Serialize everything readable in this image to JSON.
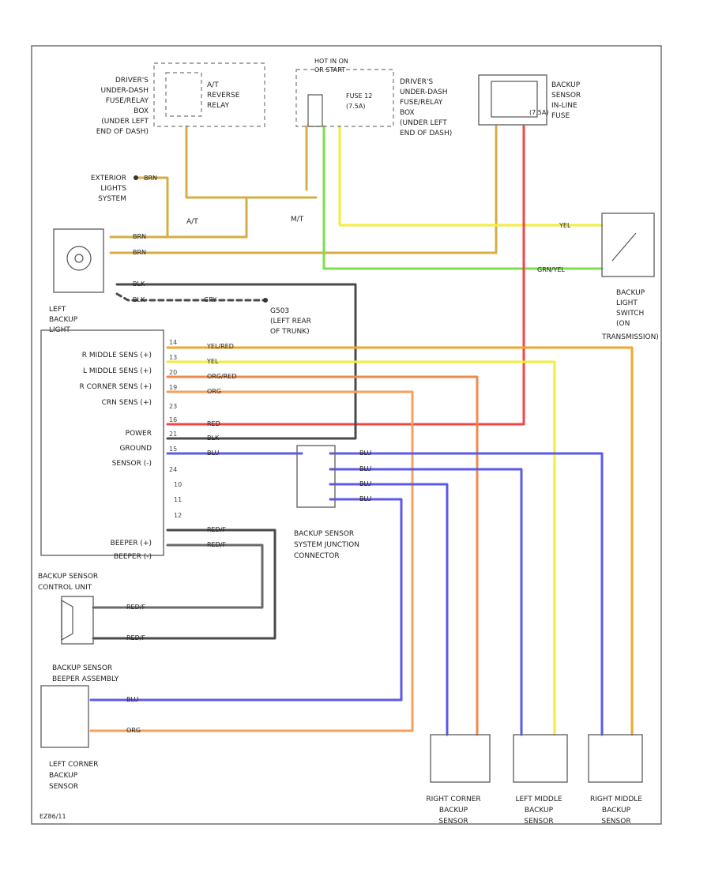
{
  "colors": {
    "yel_red": "#f2a72c",
    "yel": "#f2ee3a",
    "org_red": "#f08a4b",
    "org": "#f6a05a",
    "red": "#f24646",
    "blu": "#5d58ea",
    "brn": "#d5ae46",
    "grn_yel": "#7be04a",
    "blk": "#4a4a4a",
    "gry": "#6a6a6a"
  },
  "components": {
    "drivers_box_a": [
      "DRIVER'S",
      "UNDER-DASH",
      "FUSE/RELAY",
      "BOX",
      "(UNDER LEFT",
      "END OF DASH)"
    ],
    "at_reverse_relay": [
      "A/T",
      "REVERSE",
      "RELAY"
    ],
    "hot_in_on": [
      "HOT IN ON",
      "OR START"
    ],
    "fuse_label": "FUSE 12",
    "fuse_amp": "(7.5A)",
    "drivers_box_b": [
      "DRIVER'S",
      "UNDER-DASH",
      "FUSE/RELAY",
      "BOX",
      "(UNDER LEFT",
      "END OF DASH)"
    ],
    "inline_fuse": [
      "BACKUP",
      "SENSOR",
      "IN-LINE",
      "FUSE"
    ],
    "inline_amp": "(7.5A)",
    "exterior_lights": [
      "EXTERIOR",
      "LIGHTS",
      "SYSTEM"
    ],
    "at_label": "A/T",
    "mt_label": "M/T",
    "backup_switch": [
      "BACKUP",
      "LIGHT",
      "SWITCH",
      "(ON",
      "TRANSMISSION)"
    ],
    "left_backup_light": [
      "LEFT",
      "BACKUP",
      "LIGHT"
    ],
    "ground": [
      "G503",
      "(LEFT REAR",
      "OF TRUNK)"
    ],
    "control_unit": [
      "BACKUP SENSOR",
      "CONTROL UNIT"
    ],
    "cu_pins": [
      "R MIDDLE SENS (+)",
      "L MIDDLE SENS (+)",
      "R CORNER SENS (+)",
      "CRN SENS (+)",
      "POWER",
      "GROUND",
      "SENSOR (-)"
    ],
    "beeper_pins": [
      "BEEPER (+)",
      "BEEPER (-)"
    ],
    "pin_numbers": [
      "14",
      "13",
      "20",
      "19",
      "23",
      "16",
      "21",
      "15",
      "24",
      "10",
      "11",
      "12"
    ],
    "junction": [
      "BACKUP SENSOR",
      "SYSTEM JUNCTION",
      "CONNECTOR"
    ],
    "beeper_assembly": [
      "BACKUP SENSOR",
      "BEEPER ASSEMBLY"
    ],
    "left_corner": [
      "LEFT CORNER",
      "BACKUP",
      "SENSOR"
    ],
    "right_corner": [
      "RIGHT CORNER",
      "BACKUP",
      "SENSOR"
    ],
    "left_middle": [
      "LEFT MIDDLE",
      "BACKUP",
      "SENSOR"
    ],
    "right_middle": [
      "RIGHT MIDDLE",
      "BACKUP",
      "SENSOR"
    ],
    "footer_code": "EZ86/11"
  },
  "wires": {
    "yel_red": "YEL/RED",
    "yel": "YEL",
    "org_red": "ORG/RED",
    "org": "ORG",
    "red": "RED",
    "blk": "BLK",
    "blu": "BLU",
    "brn": "BRN",
    "grn_yel": "GRN/YEL",
    "gry": "GRY",
    "beeper": "RED/F"
  }
}
